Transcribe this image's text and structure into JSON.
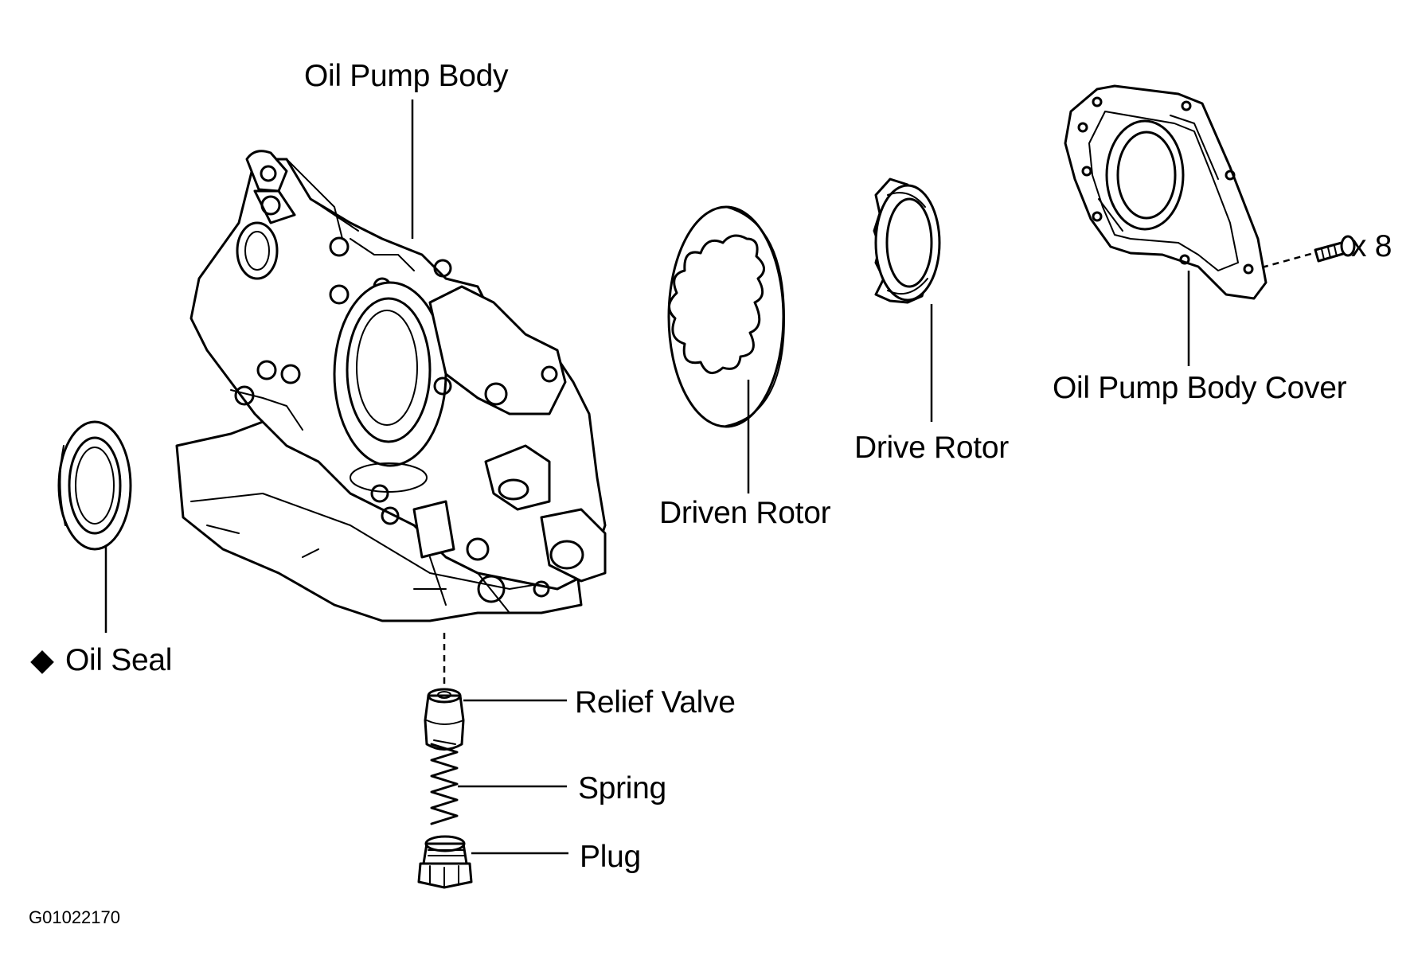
{
  "labels": {
    "oil_pump_body": "Oil Pump Body",
    "oil_seal": "Oil Seal",
    "driven_rotor": "Driven Rotor",
    "drive_rotor": "Drive Rotor",
    "oil_pump_body_cover": "Oil Pump Body Cover",
    "bolt_count": "x 8",
    "relief_valve": "Relief Valve",
    "spring": "Spring",
    "plug": "Plug"
  },
  "marks": {
    "oil_seal_marker": "◆"
  },
  "figure_code": "G01022170"
}
